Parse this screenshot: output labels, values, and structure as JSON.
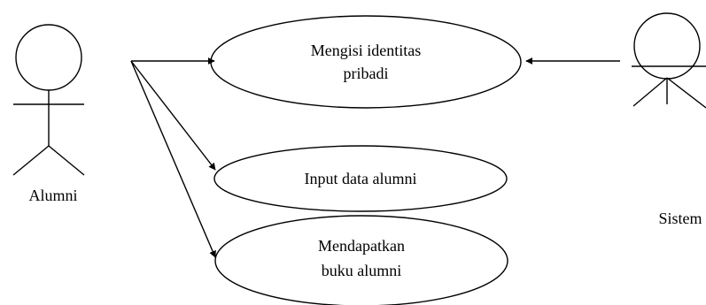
{
  "actors": [
    {
      "id": "alumni",
      "label": "Alumni"
    },
    {
      "id": "sistem",
      "label": "Sistem"
    }
  ],
  "use_cases": [
    {
      "id": "uc1",
      "lines": [
        "Mengisi identitas",
        "pribadi"
      ]
    },
    {
      "id": "uc2",
      "lines": [
        "Input data alumni"
      ]
    },
    {
      "id": "uc3",
      "lines": [
        "Mendapatkan",
        "buku alumni"
      ]
    }
  ]
}
